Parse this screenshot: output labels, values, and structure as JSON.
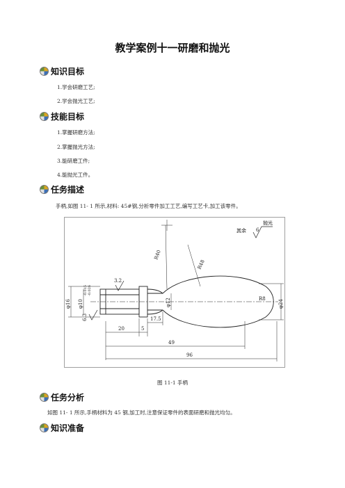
{
  "title": "教学案例十一研磨和抛光",
  "sections": {
    "knowledge_goals": {
      "heading": "知识目标",
      "items": [
        "1.学会研磨工艺;",
        "2.学会抛光工艺;"
      ]
    },
    "skill_goals": {
      "heading": "技能目标",
      "items": [
        "1.掌握研磨方法;",
        "2.掌握抛光方法;",
        "3.能研磨工件;",
        "4.能抛光工件。"
      ]
    },
    "task_description": {
      "heading": "任务描述",
      "text": "手柄,如图  11- 1 所示,材料:   45#钢,分析零件加工工艺,编写工艺卡,加工该零件。"
    },
    "task_analysis": {
      "heading": "任务分析",
      "text": "如图  11- 1 所示,手柄材料为 45 钢,加工时,注意保证零件的表面研磨和抛光均匀。"
    },
    "knowledge_prep": {
      "heading": "知识准备"
    }
  },
  "figure": {
    "caption": "图 11-1 手柄",
    "labels": {
      "roughness_rest": "其余",
      "roughness_rest_value": "6",
      "polish": "抛光",
      "r40": "R40",
      "r48": "R48",
      "r8": "R8",
      "d16": "φ16",
      "d10": "φ10",
      "tol_up": "-0.015",
      "tol_low": "-0.026",
      "d12": "φ12",
      "d24": "φ24",
      "ra": "3.2",
      "ra2": "6.3",
      "len_17_5": "17.5",
      "len_20": "20",
      "len_5": "5",
      "len_49": "49",
      "len_96": "96"
    }
  }
}
